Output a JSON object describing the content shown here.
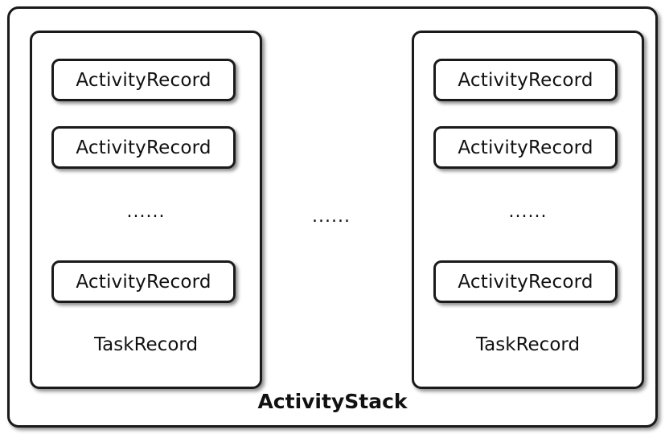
{
  "diagram": {
    "stack_label": "ActivityStack",
    "between_tasks": "......",
    "tasks": [
      {
        "label": "TaskRecord",
        "records": [
          "ActivityRecord",
          "ActivityRecord",
          "ActivityRecord"
        ],
        "ellipsis": "......"
      },
      {
        "label": "TaskRecord",
        "records": [
          "ActivityRecord",
          "ActivityRecord",
          "ActivityRecord"
        ],
        "ellipsis": "......"
      }
    ]
  }
}
